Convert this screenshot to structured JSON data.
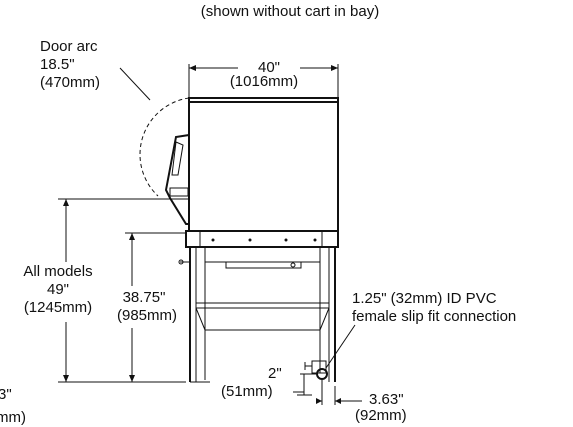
{
  "caption": "(shown without cart in bay)",
  "door_arc": {
    "title": "Door arc",
    "imperial": "18.5\"",
    "metric": "(470mm)"
  },
  "width": {
    "imperial": "40\"",
    "metric": "(1016mm)"
  },
  "all_models": {
    "title": "All models",
    "imperial": "49\"",
    "metric": "(1245mm)"
  },
  "bay_height": {
    "imperial": "38.75\"",
    "metric": "(985mm)"
  },
  "pvc": {
    "line1": "1.25\" (32mm) ID PVC",
    "line2": "female slip fit connection"
  },
  "drain_height": {
    "imperial": "2\"",
    "metric": "(51mm)"
  },
  "drain_offset": {
    "imperial": "3.63\"",
    "metric": "(92mm)"
  },
  "clipped_left": {
    "line1": "3\"",
    "line2": "mm)"
  }
}
